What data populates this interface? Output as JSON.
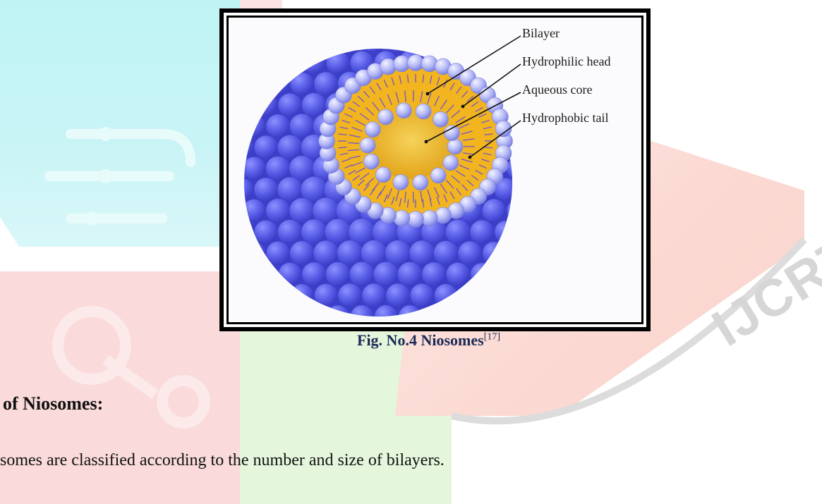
{
  "figure": {
    "labels": {
      "bilayer": "Bilayer",
      "hydrophilic_head": "Hydrophilic head",
      "aqueous_core": "Aqueous core",
      "hydrophobic_tail": "Hydrophobic tail"
    },
    "colors": {
      "outer_sphere": "#5a5fe8",
      "heads": "#a9aef5",
      "bilayer": "#f2b520",
      "core": "#f0c33a"
    }
  },
  "caption": {
    "text": "Fig. No.4  Niosomes",
    "ref": "[17]"
  },
  "heading": "of Niosomes:",
  "paragraph": "somes are classified according to the number and size of bilayers.",
  "watermark": {
    "logo_text": "IJCRT",
    "colors": [
      "#bff4f5",
      "#fadada",
      "#e4f7dc",
      "#fbd9d2"
    ]
  }
}
